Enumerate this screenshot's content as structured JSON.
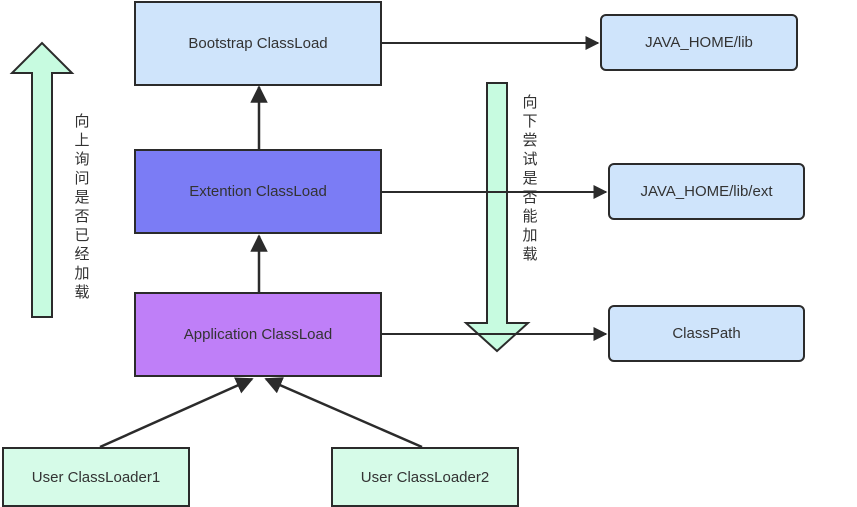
{
  "loaders": {
    "bootstrap": "Bootstrap ClassLoad",
    "extension": "Extention ClassLoad",
    "application": "Application ClassLoad",
    "user1": "User ClassLoader1",
    "user2": "User ClassLoader2"
  },
  "paths": {
    "lib": "JAVA_HOME/lib",
    "ext": "JAVA_HOME/lib/ext",
    "classpath": "ClassPath"
  },
  "annotations": {
    "up": "向上询问是否已经加载",
    "down": "向下尝试是否能加载"
  },
  "colors": {
    "bootstrap_fill": "#cfe4fb",
    "extension_fill": "#7b7cf5",
    "application_fill": "#bf7ff8",
    "path_fill": "#cfe4fb",
    "user_fill": "#d6fbe8",
    "arrow_fill": "#c7fbe0",
    "line": "#2b2b2b"
  }
}
